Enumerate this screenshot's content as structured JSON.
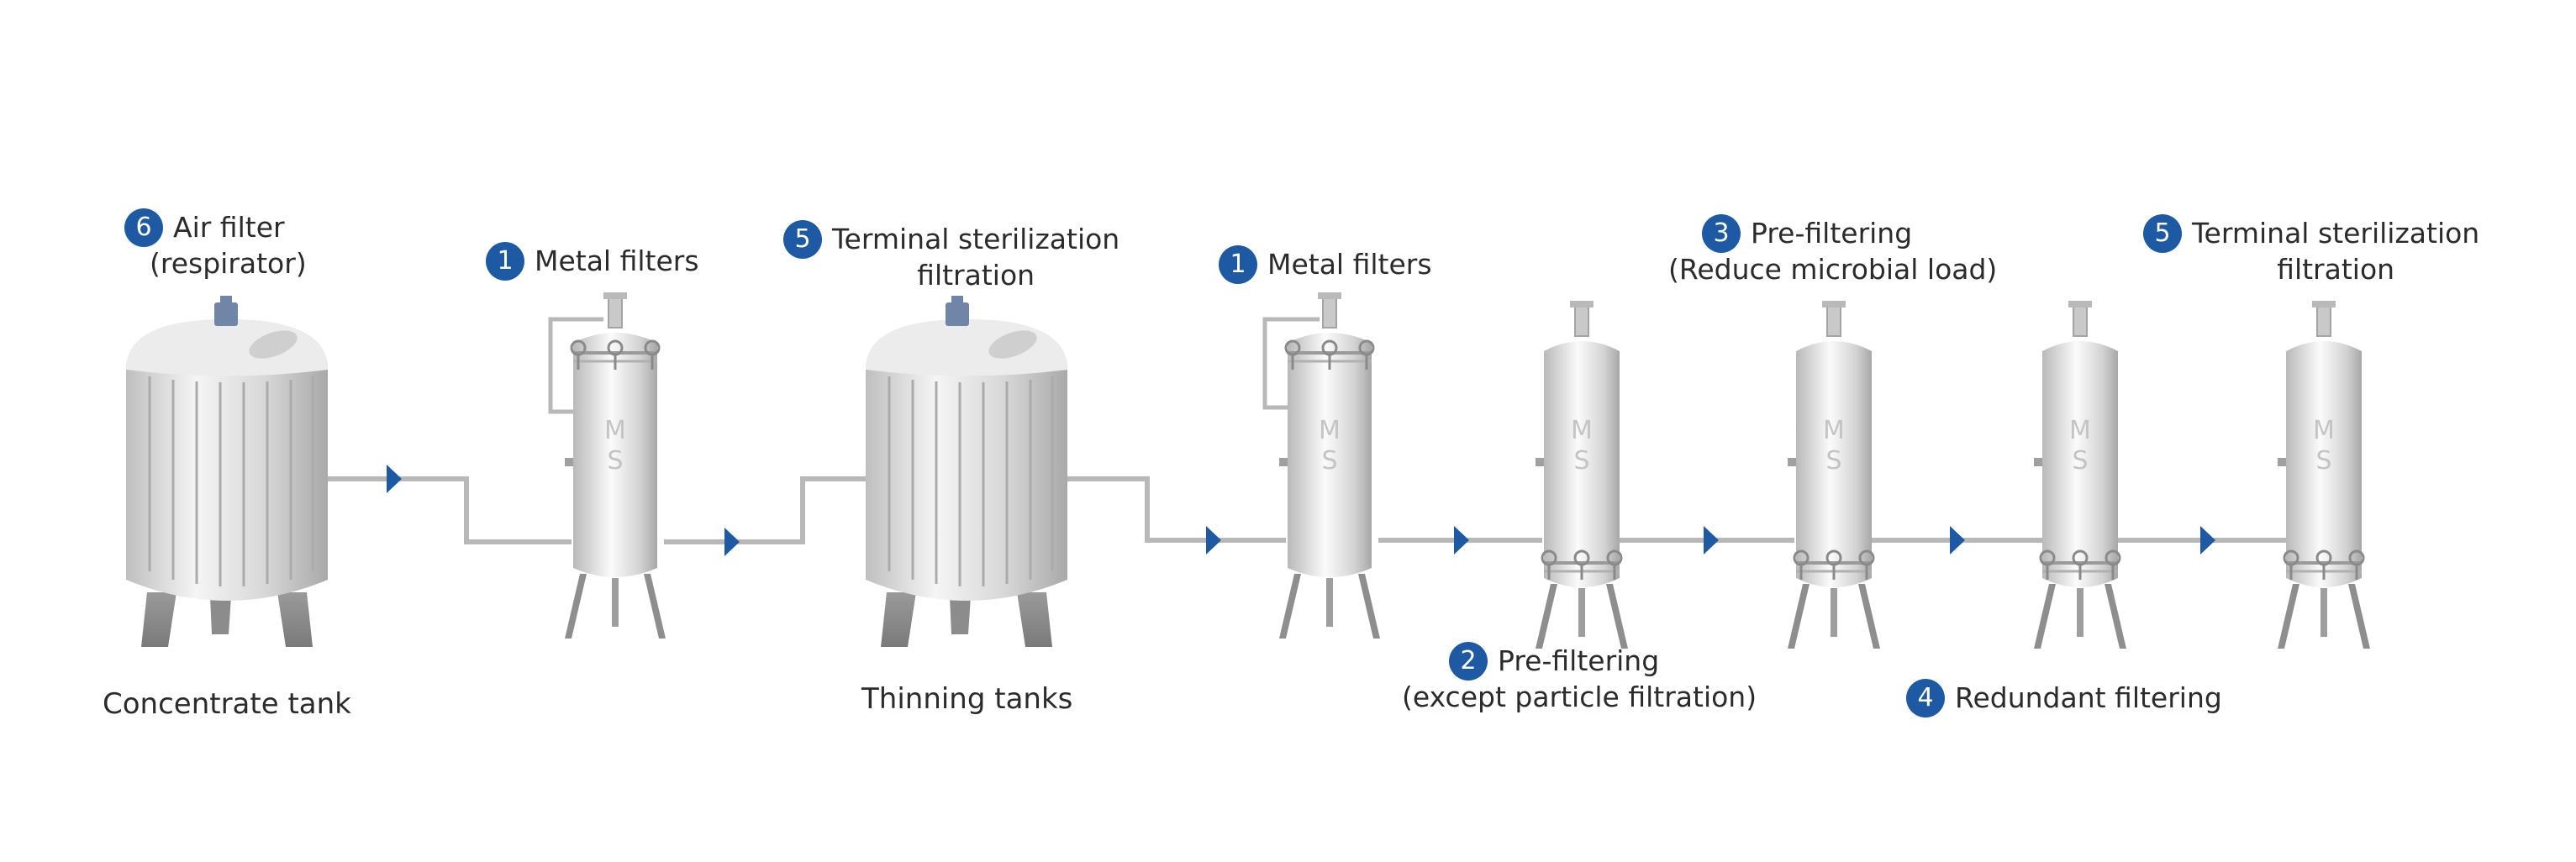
{
  "colors": {
    "accent": "#1e5aa4",
    "pipe": "#b4b4b4",
    "steel": "#d0d0d0"
  },
  "labels": {
    "air_filter": {
      "num": "6",
      "line1": "Air filter",
      "line2": "(respirator)"
    },
    "metal_filters_1": {
      "num": "1",
      "line1": "Metal filters"
    },
    "terminal_1": {
      "num": "5",
      "line1": "Terminal sterilization",
      "line2": "filtration"
    },
    "metal_filters_2": {
      "num": "1",
      "line1": "Metal filters"
    },
    "pre_filtering_microbial": {
      "num": "3",
      "line1": "Pre-filtering",
      "line2": "(Reduce microbial load)"
    },
    "terminal_2": {
      "num": "5",
      "line1": "Terminal sterilization",
      "line2": "filtration"
    },
    "pre_filtering_particle": {
      "num": "2",
      "line1": "Pre-filtering",
      "line2": "(except particle filtration)"
    },
    "redundant": {
      "num": "4",
      "line1": "Redundant filtering"
    }
  },
  "captions": {
    "concentrate_tank": "Concentrate tank",
    "thinning_tanks": "Thinning tanks"
  },
  "housing_text": {
    "line1": "M",
    "line2": "S"
  },
  "icons": {
    "flow_arrow": "triangle-right",
    "badge": "number-circle"
  }
}
